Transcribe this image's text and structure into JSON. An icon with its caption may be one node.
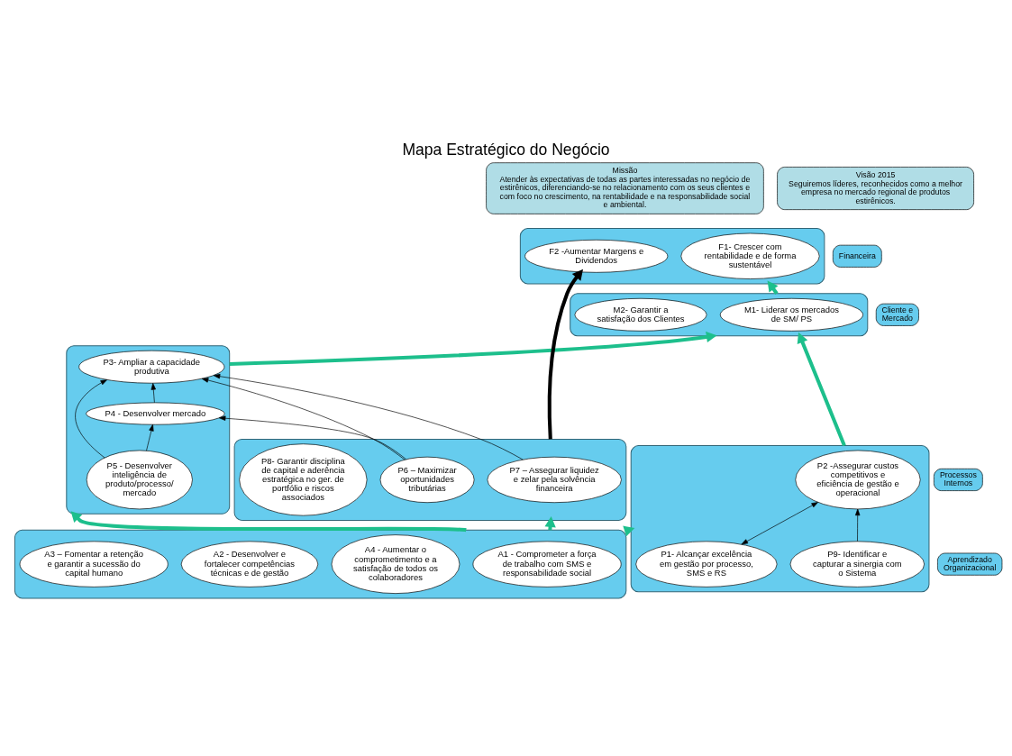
{
  "diagram": {
    "title": "Mapa Estratégico do Negócio",
    "nodes": [
      {
        "text": [
          "Missão",
          "Atender às expectativas de todas as partes interessadas no negócio de estirênicos, diferenciando-se no relacionamento com os seus clientes e com foco no crescimento, na rentabilidade e na responsabilidade social e ambiental."
        ]
      },
      {
        "text": [
          "Visão 2015",
          "Seguiremos líderes, reconhecidos como a melhor empresa no mercado regional de produtos estirênicos."
        ]
      },
      {
        "text": [
          "Financeira"
        ]
      },
      {
        "text": [],
        "shape": "box"
      },
      {
        "text": [
          "F1- Crescer com rentabilidade e de forma sustentável"
        ],
        "in": 3
      },
      {
        "text": [
          "F2 -Aumentar Margens e Dividendos"
        ],
        "in": 3
      },
      {
        "text": [
          "Cliente e Mercado"
        ]
      },
      {
        "text": [],
        "shape": "box"
      },
      {
        "text": [
          "M1- Liderar os mercados de SM/ PS"
        ],
        "in": 7
      },
      {
        "text": [
          "M2- Garantir a satisfação dos Clientes"
        ],
        "in": 7
      },
      {
        "text": [
          "Processos Internos"
        ]
      },
      {
        "text": [],
        "shape": "box"
      },
      {
        "text": [
          "P2 -Assegurar custos competitivos e eficiência de gestão e operacional"
        ],
        "in": 11
      },
      {
        "text": [
          "P9- Identificar e capturar a sinergia com o Sistema"
        ],
        "in": 11
      },
      {
        "text": [
          "P1- Alcançar excelência em gestão por processo, SMS e RS"
        ],
        "in": 11
      },
      {
        "text": [],
        "shape": "box"
      },
      {
        "text": [
          "P3- Ampliar a capacidade produtiva"
        ],
        "in": 15
      },
      {
        "text": [
          "P4 - Desenvolver mercado"
        ],
        "in": 15
      },
      {
        "text": [
          "P5 - Desenvolver inteligência de produto/processo/ mercado"
        ],
        "in": 15
      },
      {
        "text": [],
        "shape": "box"
      },
      {
        "text": [
          "P7 – Assegurar liquidez e zelar pela solvência financeira"
        ],
        "in": 19
      },
      {
        "text": [
          "P6 – Maximizar oportunidades tributárias"
        ],
        "in": 19
      },
      {
        "text": [
          "P8- Garantir disciplina de capital e aderência estratégica no ger. de portfólio e riscos associados"
        ],
        "in": 19
      },
      {
        "text": [
          "Aprendizado Organizacional"
        ]
      },
      {
        "text": [],
        "shape": "box"
      },
      {
        "text": [
          "A1 - Comprometer a força de trabalho com SMS e responsabilidade social"
        ],
        "in": 24
      },
      {
        "text": [
          "A4 - Aumentar o comprometimento e a satisfação de todos os colaboradores"
        ],
        "in": 24
      },
      {
        "text": [
          "A2 - Desenvolver e fortalecer competências técnicas e de gestão"
        ],
        "in": 24
      },
      {
        "text": [
          "A3 – Fomentar a retenção e garantir a sucessão do capital humano"
        ],
        "in": 24
      }
    ],
    "edges": [
      {
        "from": 14,
        "to": 12,
        "arrow": "both"
      },
      {
        "from": 13,
        "to": 12,
        "arrow": "to"
      },
      {
        "from": 18,
        "to": 16,
        "arrow": "to"
      },
      {
        "from": 18,
        "to": 17,
        "arrow": "to"
      },
      {
        "from": 17,
        "to": 16,
        "arrow": "to"
      },
      {
        "from": 21,
        "to": 16,
        "arrow": "to"
      },
      {
        "from": 21,
        "to": 17,
        "arrow": "to"
      },
      {
        "from": 20,
        "to": 16,
        "arrow": "to"
      },
      {
        "from": 19,
        "to": 5,
        "arrow": "to",
        "style": "thick"
      },
      {
        "from": 24,
        "to": 11,
        "arrow": "to",
        "style": "thick",
        "color": "#1dbf8c"
      },
      {
        "from": 24,
        "to": 15,
        "arrow": "to",
        "style": "thick",
        "color": "#1dbf8c"
      },
      {
        "from": 24,
        "to": 19,
        "arrow": "to",
        "style": "thick",
        "color": "#1dbf8c"
      },
      {
        "from": 11,
        "to": 7,
        "arrow": "to",
        "style": "thick",
        "color": "#1dbf8c"
      },
      {
        "from": 15,
        "to": 7,
        "arrow": "to",
        "style": "thick",
        "color": "#1dbf8c"
      },
      {
        "from": 7,
        "to": 3,
        "arrow": "to",
        "style": "thick",
        "color": "#1dbf8c"
      }
    ]
  }
}
